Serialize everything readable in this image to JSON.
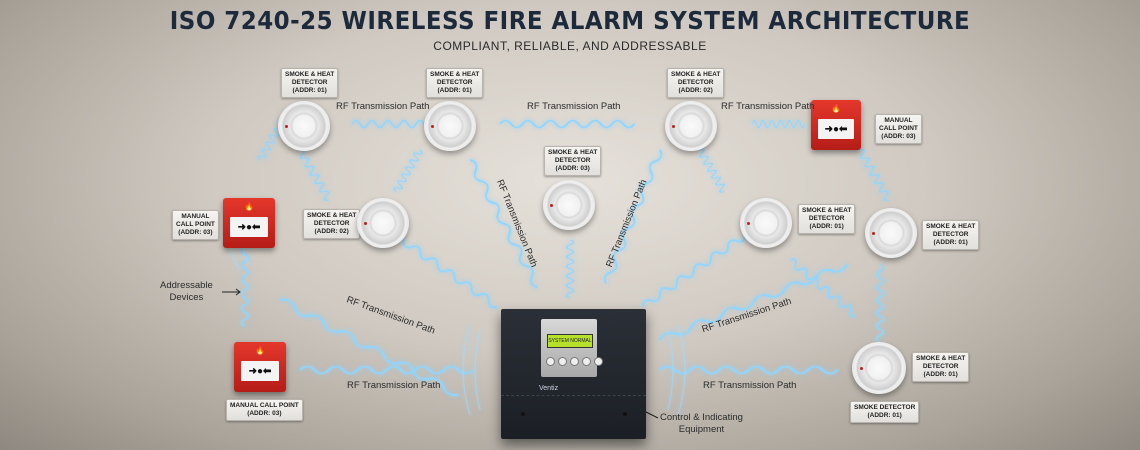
{
  "header": {
    "title": "ISO 7240-25 WIRELESS FIRE ALARM SYSTEM ARCHITECTURE",
    "subtitle": "COMPLIANT, RELIABLE, AND ADDRESSABLE"
  },
  "colors": {
    "title": "#1d2a3c",
    "rf_wave": "#9fdcff",
    "call_point_red": "#d42a22",
    "panel_body": "#23272e",
    "lcd": "#b6e02a"
  },
  "devices": [
    {
      "id": "det-top-1",
      "type": "smoke-heat-detector",
      "label": "SMOKE & HEAT\nDETECTOR\n(ADDR: 01)"
    },
    {
      "id": "det-top-2",
      "type": "smoke-heat-detector",
      "label": "SMOKE & HEAT\nDETECTOR\n(ADDR: 01)"
    },
    {
      "id": "det-top-3",
      "type": "smoke-heat-detector",
      "label": "SMOKE & HEAT\nDETECTOR\n(ADDR: 02)"
    },
    {
      "id": "mcp-top-right",
      "type": "manual-call-point",
      "label": "MANUAL\nCALL POINT\n(ADDR: 03)"
    },
    {
      "id": "mcp-left",
      "type": "manual-call-point",
      "label": "MANUAL\nCALL POINT\n(ADDR: 03)"
    },
    {
      "id": "det-left-mid",
      "type": "smoke-heat-detector",
      "label": "SMOKE & HEAT\nDETECTOR\n(ADDR: 02)"
    },
    {
      "id": "det-center",
      "type": "smoke-heat-detector",
      "label": "SMOKE & HEAT\nDETECTOR\n(ADDR: 03)"
    },
    {
      "id": "det-right-mid",
      "type": "smoke-heat-detector",
      "label": "SMOKE & HEAT\nDETECTOR\n(ADDR: 01)"
    },
    {
      "id": "det-far-right",
      "type": "smoke-heat-detector",
      "label": "SMOKE & HEAT\nDETECTOR\n(ADDR: 01)"
    },
    {
      "id": "mcp-bottom-left",
      "type": "manual-call-point",
      "label": "MANUAL CALL POINT\n(ADDR: 03)"
    },
    {
      "id": "det-bottom-right",
      "type": "smoke-detector",
      "label": "SMOKE DETECTOR\n(ADDR: 01)",
      "side_label": "SMOKE & HEAT\nDETECTOR\n(ADDR: 01)"
    }
  ],
  "rf_paths": {
    "label": "RF Transmission Path"
  },
  "callouts": {
    "addressable_devices": "Addressable\nDevices",
    "control_equipment": "Control & Indicating\nEquipment"
  },
  "panel": {
    "brand": "Ventiz",
    "lcd_text": "SYSTEM NORMAL"
  }
}
